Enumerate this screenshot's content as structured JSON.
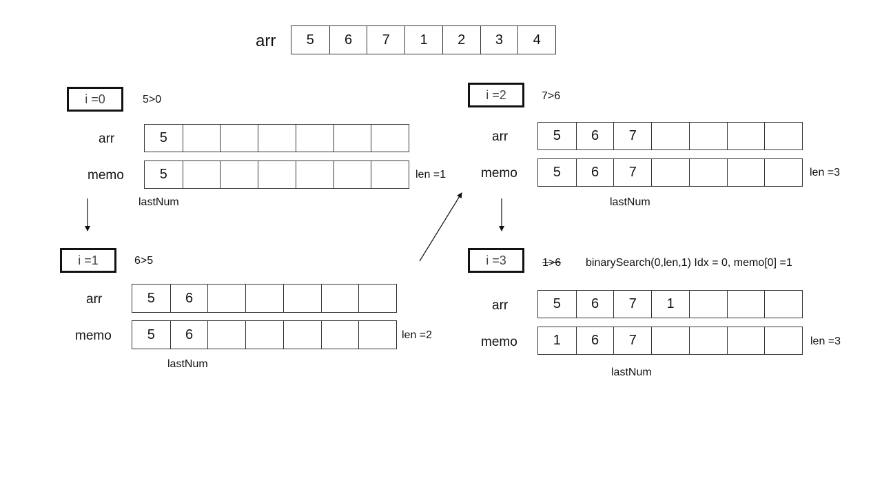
{
  "top": {
    "label": "arr",
    "values": [
      "5",
      "6",
      "7",
      "1",
      "2",
      "3",
      "4"
    ]
  },
  "steps": [
    {
      "i_label": "i =0",
      "condition": "5>0",
      "condition_struck": false,
      "extra": "",
      "arr_label": "arr",
      "arr": [
        "5",
        "",
        "",
        "",
        "",
        "",
        ""
      ],
      "memo_label": "memo",
      "memo": [
        "5",
        "",
        "",
        "",
        "",
        "",
        ""
      ],
      "len": "len =1",
      "lastnum": "lastNum"
    },
    {
      "i_label": "i =1",
      "condition": "6>5",
      "condition_struck": false,
      "extra": "",
      "arr_label": "arr",
      "arr": [
        "5",
        "6",
        "",
        "",
        "",
        "",
        ""
      ],
      "memo_label": "memo",
      "memo": [
        "5",
        "6",
        "",
        "",
        "",
        "",
        ""
      ],
      "len": "len =2",
      "lastnum": "lastNum"
    },
    {
      "i_label": "i =2",
      "condition": "7>6",
      "condition_struck": false,
      "extra": "",
      "arr_label": "arr",
      "arr": [
        "5",
        "6",
        "7",
        "",
        "",
        "",
        ""
      ],
      "memo_label": "memo",
      "memo": [
        "5",
        "6",
        "7",
        "",
        "",
        "",
        ""
      ],
      "len": "len =3",
      "lastnum": "lastNum"
    },
    {
      "i_label": "i =3",
      "condition": "1>6",
      "condition_struck": true,
      "extra": "binarySearch(0,len,1) Idx = 0, memo[0] =1",
      "arr_label": "arr",
      "arr": [
        "5",
        "6",
        "7",
        "1",
        "",
        "",
        ""
      ],
      "memo_label": "memo",
      "memo": [
        "1",
        "6",
        "7",
        "",
        "",
        "",
        ""
      ],
      "len": "len =3",
      "lastnum": "lastNum"
    }
  ]
}
